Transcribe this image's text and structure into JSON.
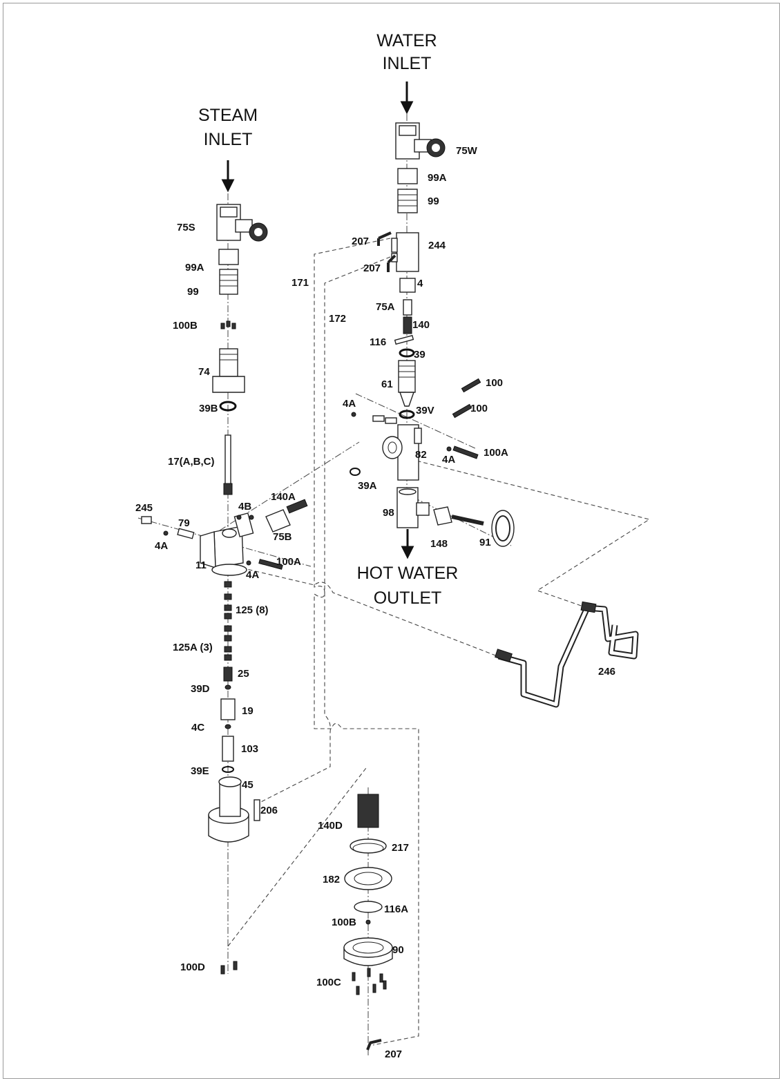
{
  "headings": {
    "water_inlet": [
      "WATER",
      "INLET"
    ],
    "steam_inlet": [
      "STEAM",
      "INLET"
    ],
    "hot_water_outlet": [
      "HOT WATER",
      "OUTLET"
    ]
  },
  "labels": {
    "p75w": "75W",
    "p99a_w": "99A",
    "p99_w": "99",
    "p207a": "207",
    "p244": "244",
    "p207b": "207",
    "p171": "171",
    "p4": "4",
    "p172": "172",
    "p75a": "75A",
    "p140": "140",
    "p116": "116",
    "p39": "39",
    "p61": "61",
    "p100a_top": "100",
    "p100b_top": "100",
    "p4a_r": "4A",
    "p39v": "39V",
    "p82": "82",
    "p4a_r2": "4A",
    "p100a_r": "100A",
    "p39a": "39A",
    "p98": "98",
    "p148": "148",
    "p91": "91",
    "p75s": "75S",
    "p99a_s": "99A",
    "p99_s": "99",
    "p100b": "100B",
    "p74": "74",
    "p39b": "39B",
    "p17": "17(A,B,C)",
    "p245": "245",
    "p79": "79",
    "p4b": "4B",
    "p140a": "140A",
    "p75b": "75B",
    "p4a_l": "4A",
    "p11": "11",
    "p100a_l": "100A",
    "p4a_l2": "4A",
    "p125": "125 (8)",
    "p125a": "125A (3)",
    "p25": "25",
    "p39d": "39D",
    "p19": "19",
    "p4c": "4C",
    "p103": "103",
    "p39e": "39E",
    "p45": "45",
    "p206": "206",
    "p100d": "100D",
    "p140d": "140D",
    "p217": "217",
    "p182": "182",
    "p116a": "116A",
    "p100b_2": "100B",
    "p90": "90",
    "p100c": "100C",
    "p207c": "207",
    "p246": "246"
  }
}
